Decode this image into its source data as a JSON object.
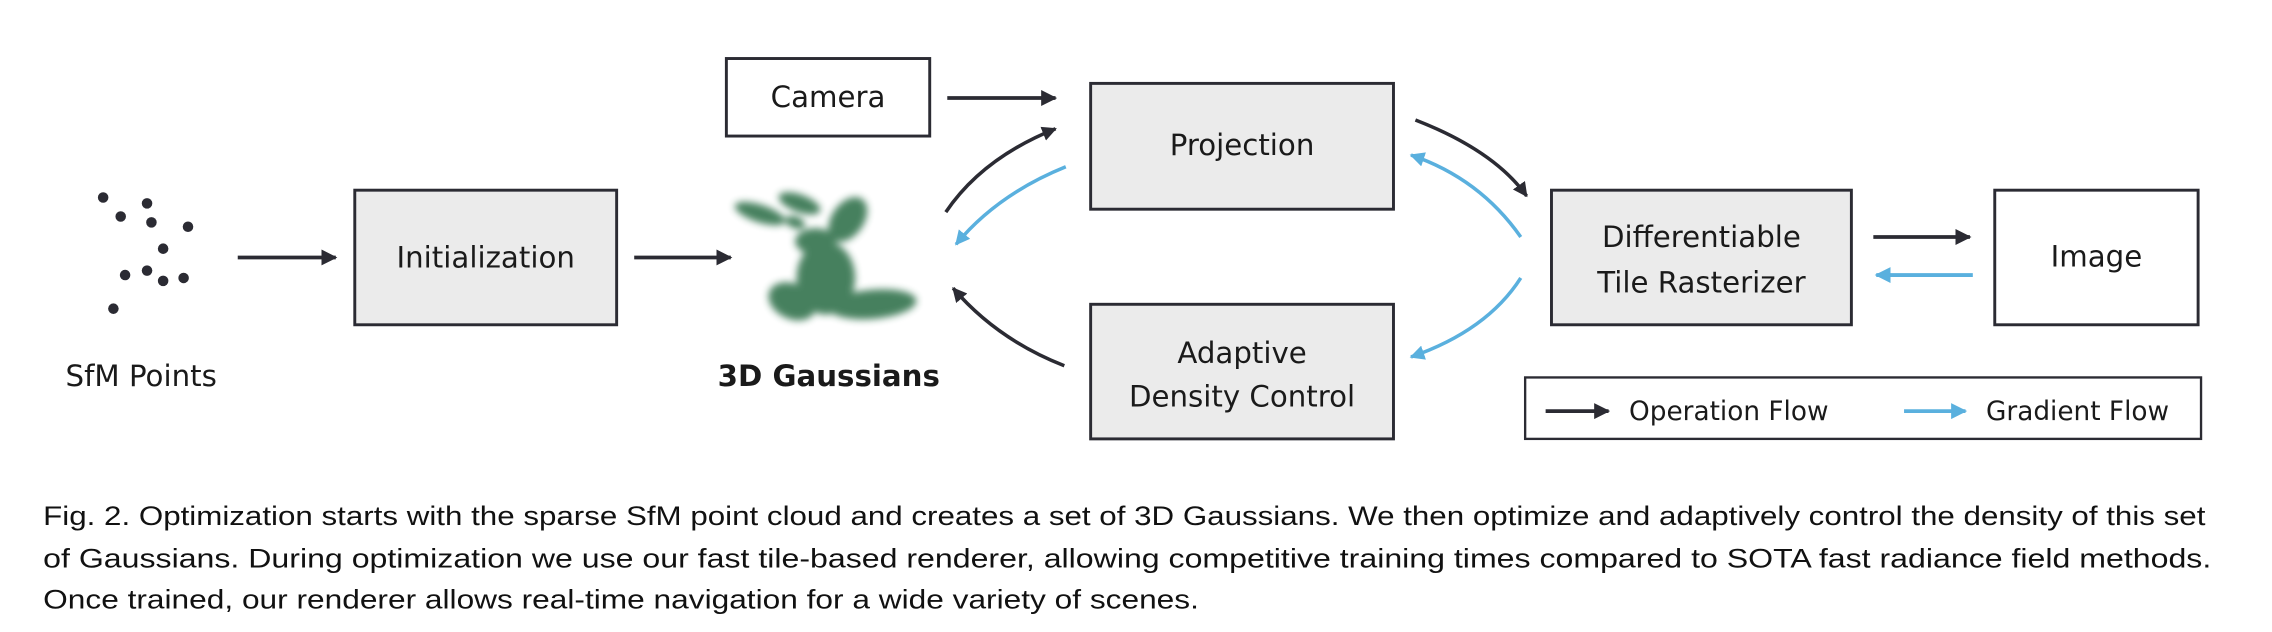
{
  "colors": {
    "operation": "#2b2b33",
    "gradient": "#5ab0de",
    "box_fill": "#ebebeb",
    "gaussian": "#3d7a56"
  },
  "nodes": {
    "sfm_points": "SfM Points",
    "initialization": "Initialization",
    "gaussians": "3D Gaussians",
    "camera": "Camera",
    "projection": "Projection",
    "adaptive_line1": "Adaptive",
    "adaptive_line2": "Density Control",
    "rasterizer_line1": "Differentiable",
    "rasterizer_line2": "Tile Rasterizer",
    "image": "Image"
  },
  "legend": {
    "operation_flow": "Operation Flow",
    "gradient_flow": "Gradient Flow"
  },
  "caption": {
    "line1": "Fig. 2.  Optimization starts with the sparse SfM point cloud and creates a set of 3D Gaussians. We then optimize and adaptively control the density of this set",
    "line2": "of Gaussians. During optimization we use our fast tile-based renderer, allowing competitive training times compared to SOTA fast radiance field methods.",
    "line3": "Once trained, our renderer allows real-time navigation for a wide variety of scenes."
  }
}
